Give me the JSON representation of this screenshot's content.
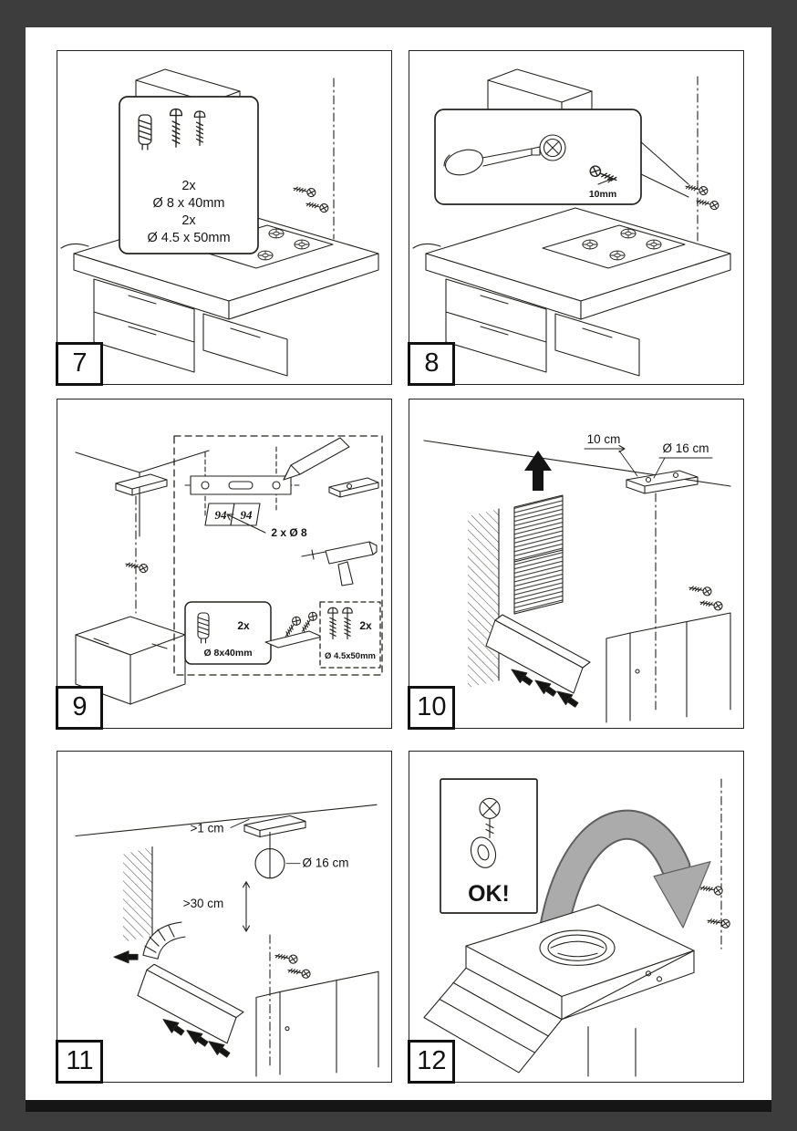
{
  "document": {
    "type": "installation-manual-page",
    "steps": [
      "7",
      "8",
      "9",
      "10",
      "11",
      "12"
    ]
  },
  "panels": [
    {
      "number": "7",
      "callout": {
        "qty_plug": "2x",
        "plug_size": "Ø 8 x 40mm",
        "qty_screw": "2x",
        "screw_size": "Ø 4.5 x 50mm"
      }
    },
    {
      "number": "8",
      "callout": {
        "screw_length": "10mm"
      }
    },
    {
      "number": "9",
      "labels": {
        "dim_left": "94",
        "dim_right": "94",
        "drill_holes": "2 x Ø 8",
        "qty_plug": "2x",
        "plug_size": "Ø 8x40mm",
        "qty_screw": "2x",
        "screw_size": "Ø 4.5x50mm"
      }
    },
    {
      "number": "10",
      "labels": {
        "bracket_offset": "10 cm",
        "duct_diameter": "Ø 16 cm"
      }
    },
    {
      "number": "11",
      "labels": {
        "ceiling_clearance": ">1 cm",
        "duct_diameter": "Ø 16 cm",
        "min_duct_drop": ">30 cm"
      }
    },
    {
      "number": "12",
      "labels": {
        "ok": "OK!"
      }
    }
  ],
  "colors": {
    "background": "#3d3d3d",
    "paper": "#ffffff",
    "line": "#24231f",
    "curved_arrow": "#ababab"
  },
  "icons": [
    "wall-plug-icon",
    "screw-icon",
    "screwdriver-icon",
    "phillips-screw-head-icon",
    "pencil-icon",
    "drill-icon",
    "up-arrow-icon",
    "mount-arrow-icon",
    "duct-elbow-icon",
    "curved-arrow-icon",
    "screw-washer-icon"
  ]
}
